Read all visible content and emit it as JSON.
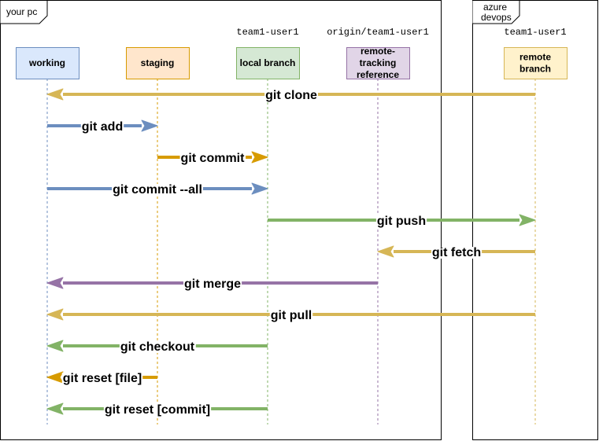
{
  "frames": {
    "your_pc": {
      "title": "your pc"
    },
    "azure_devops": {
      "title_lines": [
        "azure",
        "devops"
      ]
    }
  },
  "boxes": [
    {
      "id": "working",
      "lines": [
        "working"
      ],
      "fill": "#dae8fc",
      "stroke": "#6c8ebf",
      "caption": ""
    },
    {
      "id": "staging",
      "lines": [
        "staging"
      ],
      "fill": "#ffe6cc",
      "stroke": "#d79b00",
      "caption": ""
    },
    {
      "id": "local",
      "lines": [
        "local branch"
      ],
      "fill": "#d5e8d4",
      "stroke": "#82b366",
      "caption": "team1-user1"
    },
    {
      "id": "tracking",
      "lines": [
        "remote-",
        "tracking",
        "reference"
      ],
      "fill": "#e1d5e7",
      "stroke": "#9673a6",
      "caption": "origin/team1-user1"
    },
    {
      "id": "remote",
      "lines": [
        "remote",
        "branch"
      ],
      "fill": "#fff2cc",
      "stroke": "#d6b656",
      "caption": "team1-user1"
    }
  ],
  "arrows": [
    {
      "label": "git clone",
      "from": "remote",
      "to": "working",
      "color": "#d6b656"
    },
    {
      "label": "git add",
      "from": "working",
      "to": "staging",
      "color": "#6c8ebf"
    },
    {
      "label": "git commit",
      "from": "staging",
      "to": "local",
      "color": "#d79b00"
    },
    {
      "label": "git commit --all",
      "from": "working",
      "to": "local",
      "color": "#6c8ebf"
    },
    {
      "label": "git push",
      "from": "local",
      "to": "remote",
      "color": "#82b366"
    },
    {
      "label": "git fetch",
      "from": "remote",
      "to": "tracking",
      "color": "#d6b656"
    },
    {
      "label": "git merge",
      "from": "tracking",
      "to": "working",
      "color": "#9673a6"
    },
    {
      "label": "git pull",
      "from": "remote",
      "to": "working",
      "color": "#d6b656"
    },
    {
      "label": "git checkout",
      "from": "local",
      "to": "working",
      "color": "#82b366"
    },
    {
      "label": "git reset [file]",
      "from": "staging",
      "to": "working",
      "color": "#d79b00"
    },
    {
      "label": "git reset [commit]",
      "from": "local",
      "to": "working",
      "color": "#82b366"
    }
  ]
}
